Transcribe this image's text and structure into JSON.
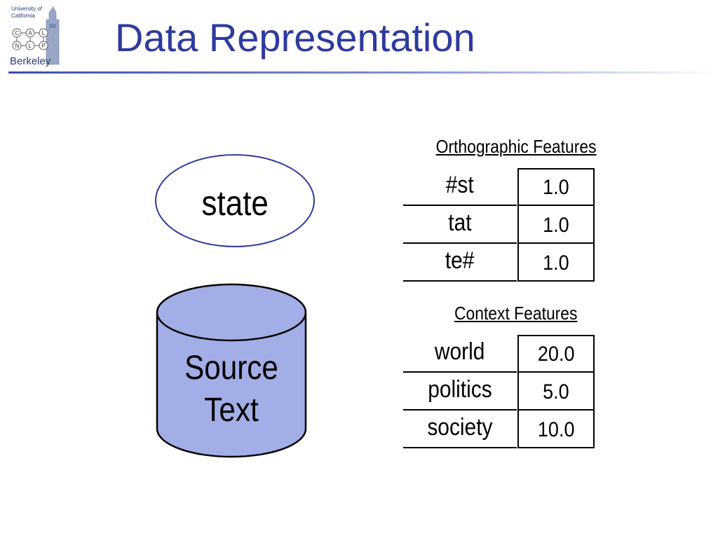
{
  "logo": {
    "line1": "University of",
    "line2": "California",
    "nodes": [
      "C",
      "A",
      "L",
      "N",
      "L",
      "P"
    ],
    "name": "Berkeley"
  },
  "slide": {
    "title": "Data Representation"
  },
  "diagram": {
    "word": "state",
    "source_line1": "Source",
    "source_line2": "Text",
    "orthographic": {
      "title": "Orthographic Features",
      "rows": [
        {
          "name": "#st",
          "value": "1.0"
        },
        {
          "name": "tat",
          "value": "1.0"
        },
        {
          "name": "te#",
          "value": "1.0"
        }
      ]
    },
    "context": {
      "title": "Context Features",
      "rows": [
        {
          "name": "world",
          "value": "20.0"
        },
        {
          "name": "politics",
          "value": "5.0"
        },
        {
          "name": "society",
          "value": "10.0"
        }
      ]
    }
  },
  "colors": {
    "title": "#2e3a9e",
    "ellipse_stroke": "#2e3a9e",
    "cylinder_fill": "#a3ade6",
    "cylinder_stroke": "#000000"
  }
}
